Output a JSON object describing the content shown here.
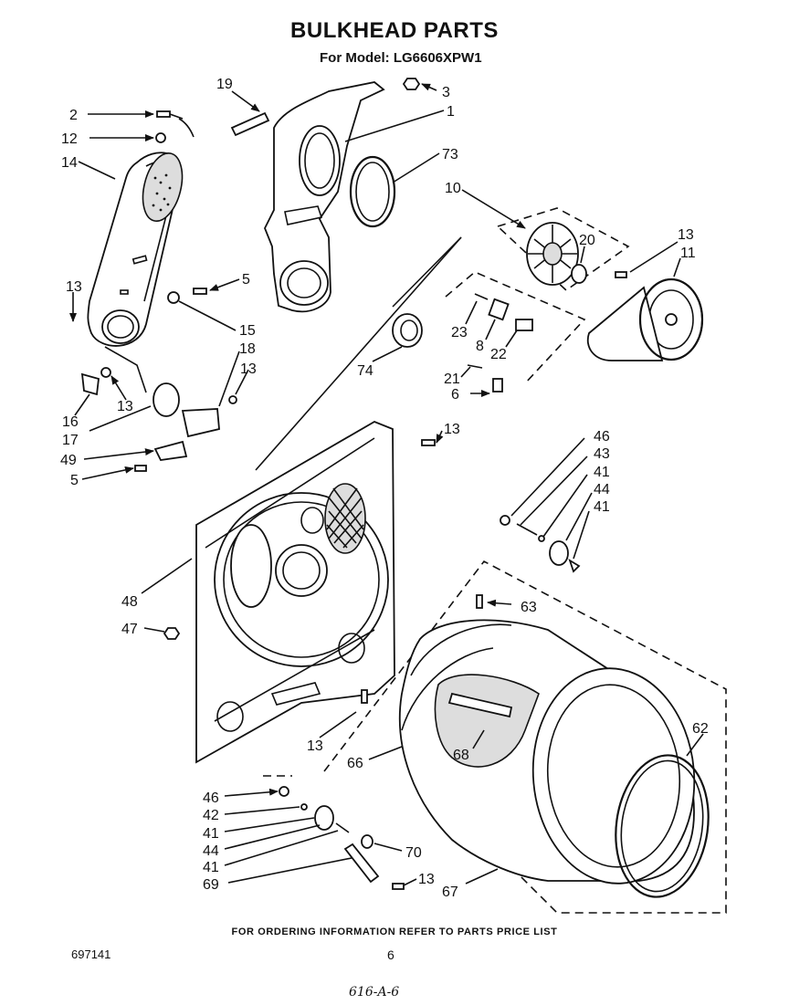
{
  "header": {
    "title": "BULKHEAD PARTS",
    "subtitle": "For Model: LG6606XPW1"
  },
  "footer": {
    "ordering_note": "FOR ORDERING INFORMATION REFER TO PARTS PRICE LIST",
    "doc_number": "697141",
    "page_number": "6",
    "handwritten_note": "616-A-6"
  },
  "callouts": [
    {
      "id": "c-19",
      "label": "19"
    },
    {
      "id": "c-3",
      "label": "3"
    },
    {
      "id": "c-2",
      "label": "2"
    },
    {
      "id": "c-1",
      "label": "1"
    },
    {
      "id": "c-12",
      "label": "12"
    },
    {
      "id": "c-73",
      "label": "73"
    },
    {
      "id": "c-14",
      "label": "14"
    },
    {
      "id": "c-10",
      "label": "10"
    },
    {
      "id": "c-13a",
      "label": "13"
    },
    {
      "id": "c-11",
      "label": "11"
    },
    {
      "id": "c-20",
      "label": "20"
    },
    {
      "id": "c-5a",
      "label": "5"
    },
    {
      "id": "c-13b",
      "label": "13"
    },
    {
      "id": "c-15",
      "label": "15"
    },
    {
      "id": "c-18",
      "label": "18"
    },
    {
      "id": "c-23",
      "label": "23"
    },
    {
      "id": "c-8",
      "label": "8"
    },
    {
      "id": "c-22",
      "label": "22"
    },
    {
      "id": "c-13c",
      "label": "13"
    },
    {
      "id": "c-74",
      "label": "74"
    },
    {
      "id": "c-21",
      "label": "21"
    },
    {
      "id": "c-6",
      "label": "6"
    },
    {
      "id": "c-16",
      "label": "16"
    },
    {
      "id": "c-13d",
      "label": "13"
    },
    {
      "id": "c-17",
      "label": "17"
    },
    {
      "id": "c-13e",
      "label": "13"
    },
    {
      "id": "c-49",
      "label": "49"
    },
    {
      "id": "c-5b",
      "label": "5"
    },
    {
      "id": "c-46a",
      "label": "46"
    },
    {
      "id": "c-43",
      "label": "43"
    },
    {
      "id": "c-41a",
      "label": "41"
    },
    {
      "id": "c-44a",
      "label": "44"
    },
    {
      "id": "c-41b",
      "label": "41"
    },
    {
      "id": "c-48",
      "label": "48"
    },
    {
      "id": "c-63",
      "label": "63"
    },
    {
      "id": "c-47",
      "label": "47"
    },
    {
      "id": "c-62",
      "label": "62"
    },
    {
      "id": "c-13f",
      "label": "13"
    },
    {
      "id": "c-66",
      "label": "66"
    },
    {
      "id": "c-68",
      "label": "68"
    },
    {
      "id": "c-46b",
      "label": "46"
    },
    {
      "id": "c-42",
      "label": "42"
    },
    {
      "id": "c-41c",
      "label": "41"
    },
    {
      "id": "c-44b",
      "label": "44"
    },
    {
      "id": "c-41d",
      "label": "41"
    },
    {
      "id": "c-70",
      "label": "70"
    },
    {
      "id": "c-69",
      "label": "69"
    },
    {
      "id": "c-13g",
      "label": "13"
    },
    {
      "id": "c-67",
      "label": "67"
    }
  ]
}
